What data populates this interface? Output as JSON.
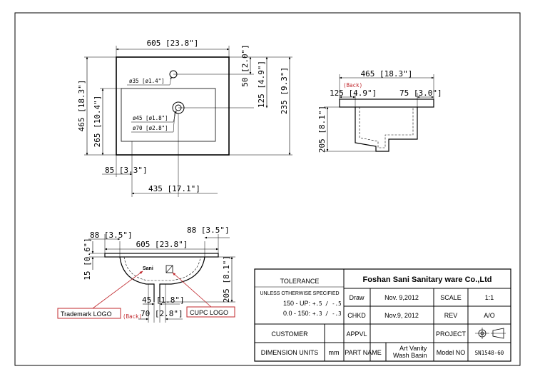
{
  "top_view": {
    "width_label": "605 [23.8\"]",
    "height_label": "465 [18.3\"]",
    "inner_height_label": "265 [10.4\"]",
    "offset_50_label": "50 [2.0\"]",
    "offset_125_label": "125 [4.9\"]",
    "offset_235_label": "235 [9.3\"]",
    "faucet_hole_label": "ø35 [ø1.4\"]",
    "drain_inner_label": "ø45 [ø1.8\"]",
    "drain_outer_label": "ø70 [ø2.8\"]",
    "left_offset_label": "85 [3.3\"]",
    "drain_x_label": "435 [17.1\"]"
  },
  "side_view": {
    "depth_label": "465 [18.3\"]",
    "back_label": "(Back)",
    "left_label": "125 [4.9\"]",
    "right_label": "75 [3.0\"]",
    "height_label": "205 [8.1\"]"
  },
  "front_view": {
    "left_overhang_label": "88 [3.5\"]",
    "right_overhang_label": "88 [3.5\"]",
    "width_label": "605 [23.8\"]",
    "thickness_label": "15 [0.6\"]",
    "height_label": "205 [8.1\"]",
    "drain_inner_label": "45 [1.8\"]",
    "drain_outer_label": "70 [2.8\"]",
    "logo_mark": "Sani",
    "trademark_logo_label": "Trademark LOGO",
    "trademark_back_label": "(Back)",
    "cupc_logo_label": "CUPC LOGO"
  },
  "title_block": {
    "tolerance_title": "TOLERANCE",
    "tolerance_note": "UNLESS OTHERWISE SPECIFIED",
    "tol_150_up": "150 - UP:",
    "tol_150_up_val": "+.5 / -.5",
    "tol_0_150": "0.0 - 150:",
    "tol_0_150_val": "+.3 / -.3",
    "company": "Foshan Sani Sanitary ware Co.,Ltd",
    "draw_label": "Draw",
    "draw_date": "Nov. 9,2012",
    "scale_label": "SCALE",
    "scale_value": "1:1",
    "chkd_label": "CHKD",
    "chkd_date": "Nov.9, 2012",
    "rev_label": "REV",
    "rev_value": "A/O",
    "customer_label": "CUSTOMER",
    "appvl_label": "APPVL",
    "project_label": "PROJECT",
    "dim_units_label": "DIMENSION UNITS",
    "dim_units_value": "mm",
    "part_name_label": "PART NAME",
    "part_name_line1": "Art Vanity",
    "part_name_line2": "Wash Basin",
    "model_no_label": "Model NO",
    "model_no_value": "SN1548-60"
  }
}
